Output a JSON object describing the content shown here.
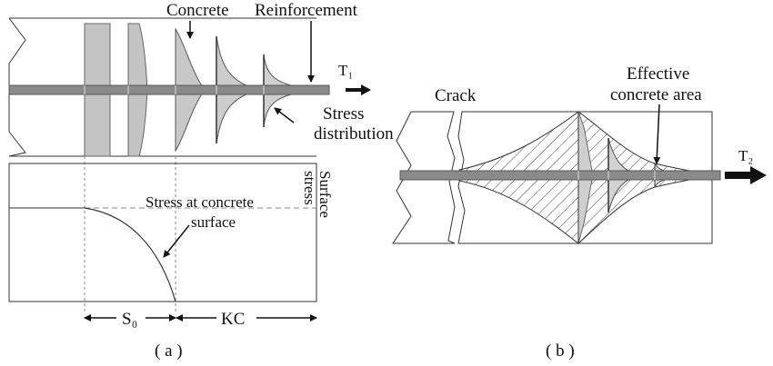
{
  "panel_a": {
    "label_concrete": "Concrete",
    "label_reinforcement": "Reinforcement",
    "label_t1": "T₁",
    "label_stress_distribution_line1": "Stress",
    "label_stress_distribution_line2": "distribution",
    "label_surface_stress_line1": "Surface",
    "label_surface_stress_line2": "stress",
    "label_stress_at_surface_line1": "Stress at concrete",
    "label_stress_at_surface_line2": "surface",
    "label_s0": "S₀",
    "label_kc": "KC",
    "caption": "( a )"
  },
  "panel_b": {
    "label_crack": "Crack",
    "label_effective_line1": "Effective",
    "label_effective_line2": "concrete area",
    "label_t2": "T₂",
    "caption": "( b )"
  },
  "colors": {
    "concrete_fill": "#c8c8c8",
    "rebar_fill": "#8a8a8a",
    "line": "#333333"
  }
}
